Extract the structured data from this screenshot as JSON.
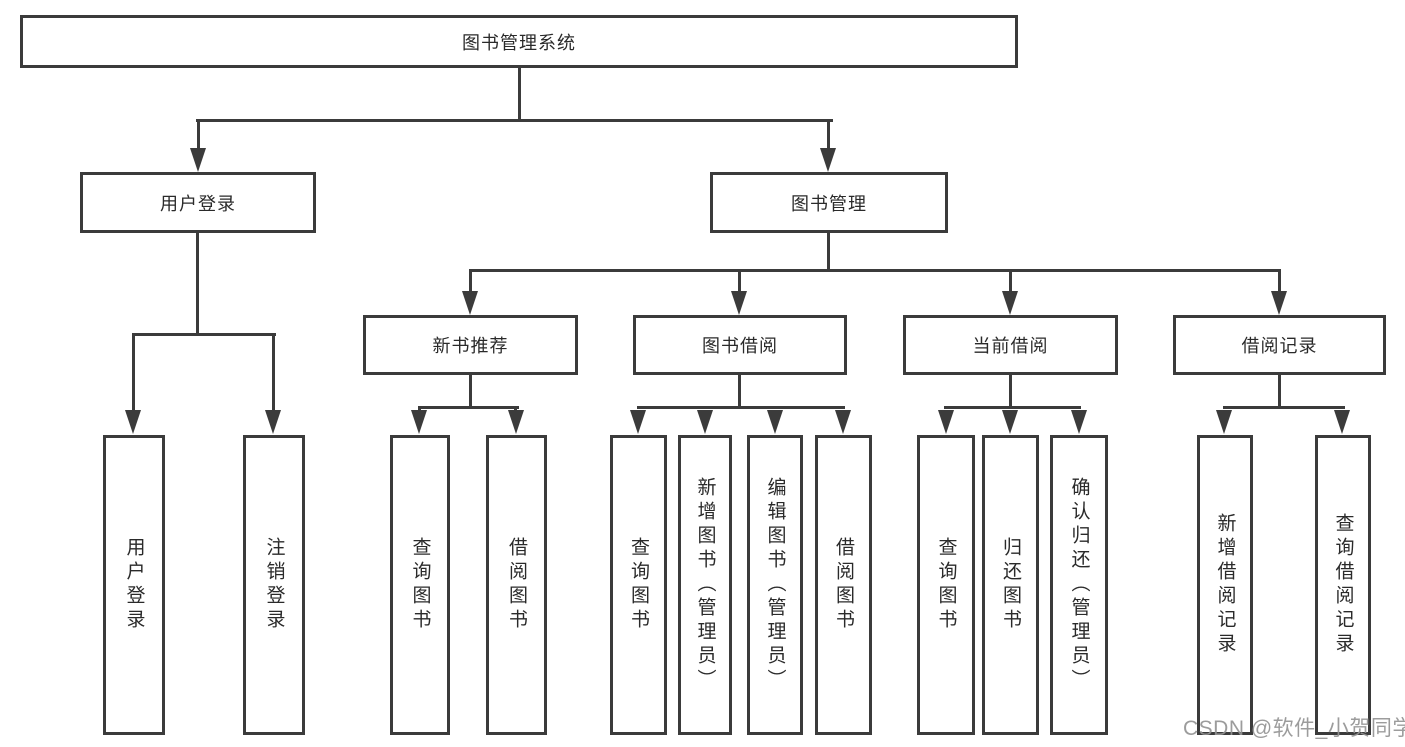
{
  "tree": {
    "label": "图书管理系统",
    "children": [
      {
        "label": "用户登录",
        "children": [
          {
            "label": "用户登录"
          },
          {
            "label": "注销登录"
          }
        ]
      },
      {
        "label": "图书管理",
        "children": [
          {
            "label": "新书推荐",
            "children": [
              {
                "label": "查询图书"
              },
              {
                "label": "借阅图书"
              }
            ]
          },
          {
            "label": "图书借阅",
            "children": [
              {
                "label": "查询图书"
              },
              {
                "label": "新增图书（管理员）"
              },
              {
                "label": "编辑图书（管理员）"
              },
              {
                "label": "借阅图书"
              }
            ]
          },
          {
            "label": "当前借阅",
            "children": [
              {
                "label": "查询图书"
              },
              {
                "label": "归还图书"
              },
              {
                "label": "确认归还（管理员）"
              }
            ]
          },
          {
            "label": "借阅记录",
            "children": [
              {
                "label": "新增借阅记录"
              },
              {
                "label": "查询借阅记录"
              }
            ]
          }
        ]
      }
    ]
  },
  "watermark": {
    "text": "CSDN @软件_小贺同学"
  },
  "colors": {
    "line": "#3b3b3b",
    "text": "#2a2a2a",
    "background": "#ffffff",
    "watermark": "#949494"
  }
}
